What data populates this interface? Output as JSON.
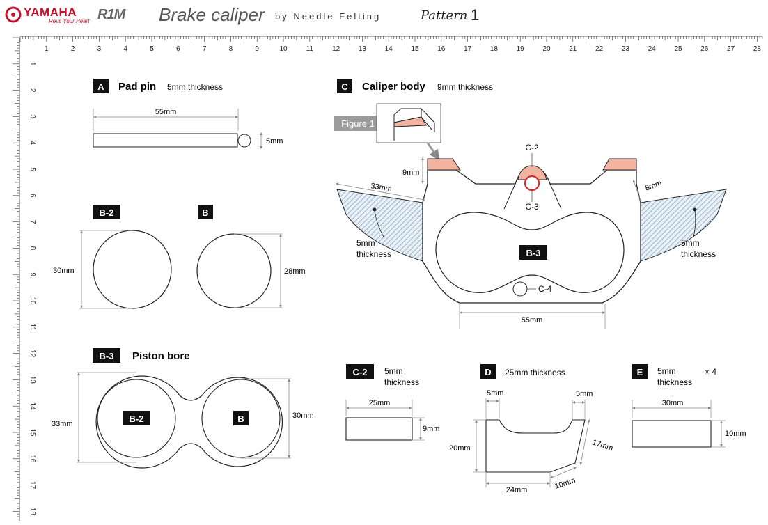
{
  "header": {
    "brand": "YAMAHA",
    "brand_tagline": "Revs Your Heart",
    "model": "R1M",
    "title": "Brake caliper",
    "byline": "by Needle Felting",
    "pattern_label": "Pattern",
    "pattern_number": "1"
  },
  "ruler": {
    "top_numbers": [
      "1",
      "2",
      "3",
      "4",
      "5",
      "6",
      "7",
      "8",
      "9",
      "10",
      "11",
      "12",
      "13",
      "14",
      "15",
      "16",
      "17",
      "18",
      "19",
      "20",
      "21",
      "22",
      "23",
      "24",
      "25",
      "26",
      "27",
      "28"
    ],
    "left_numbers": [
      "1",
      "2",
      "3",
      "4",
      "5",
      "6",
      "7",
      "8",
      "9",
      "10",
      "11",
      "12",
      "13",
      "14",
      "15",
      "16",
      "17",
      "18"
    ]
  },
  "part_a": {
    "badge": "A",
    "name": "Pad pin",
    "note": "5mm thickness",
    "dim_length": "55mm",
    "dim_thickness": "5mm"
  },
  "part_b2": {
    "badge": "B-2",
    "dim": "30mm"
  },
  "part_b": {
    "badge": "B",
    "dim": "28mm"
  },
  "part_b3": {
    "badge": "B-3",
    "name": "Piston bore",
    "dim_height": "33mm",
    "dim_right": "30mm",
    "inner_left": "B-2",
    "inner_right": "B"
  },
  "part_c": {
    "badge": "C",
    "name": "Caliper body",
    "note": "9mm thickness",
    "figure_label": "Figure 1",
    "dim_tab": "9mm",
    "dim_wing_len": "33mm",
    "dim_right_wing": "8mm",
    "wing_note_left": [
      "5mm",
      "thickness"
    ],
    "wing_note_right": [
      "5mm",
      "thickness"
    ],
    "label_c2": "C-2",
    "label_c3": "C-3",
    "label_c4": "C-4",
    "inner_badge": "B-3",
    "dim_bottom": "55mm"
  },
  "part_c2": {
    "badge": "C-2",
    "note": [
      "5mm",
      "thickness"
    ],
    "dim_width": "25mm",
    "dim_height": "9mm"
  },
  "part_d": {
    "badge": "D",
    "note": "25mm thickness",
    "dim_left_top": "5mm",
    "dim_right_top": "5mm",
    "dim_height": "20mm",
    "dim_slant": "17mm",
    "dim_bottom": "24mm",
    "dim_corner": "10mm"
  },
  "part_e": {
    "badge": "E",
    "note": [
      "5mm",
      "thickness"
    ],
    "qty": "× 4",
    "dim_width": "30mm",
    "dim_height": "10mm"
  },
  "colors": {
    "badge_bg": "#111111",
    "accent_salmon": "#f3b3a1",
    "hatch": "#8fb0cc",
    "ring_red": "#d62a2a",
    "brand_red": "#c8102e",
    "figure_tag": "#9b9b9b"
  }
}
